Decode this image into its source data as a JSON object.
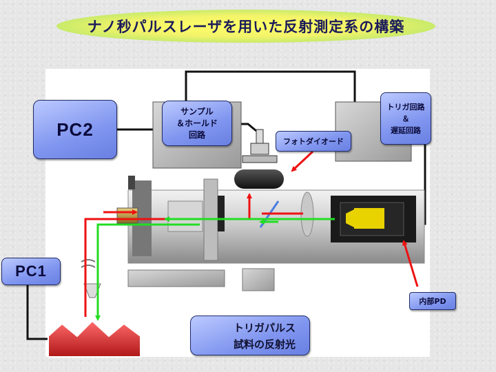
{
  "title": "ナノ秒パルスレーザを用いた反射測定系の構築",
  "boxes": {
    "pc2": "PC2",
    "pc1": "PC1",
    "sample_hold": "サンプル\n＆ホールド\n回路",
    "trigger": "トリガ回路\n＆\n遅延回路",
    "photodiode": "フォトダイオード",
    "internal_pd": "内部PD"
  },
  "legend": {
    "trigger_pulse": "トリガパルス",
    "reflected_light": "試料の反射光"
  },
  "colors": {
    "trigger_pulse": "#22dd22",
    "reflected_light": "#ee1111",
    "box_fill": "#8ea0f4",
    "cable": "#111111"
  }
}
